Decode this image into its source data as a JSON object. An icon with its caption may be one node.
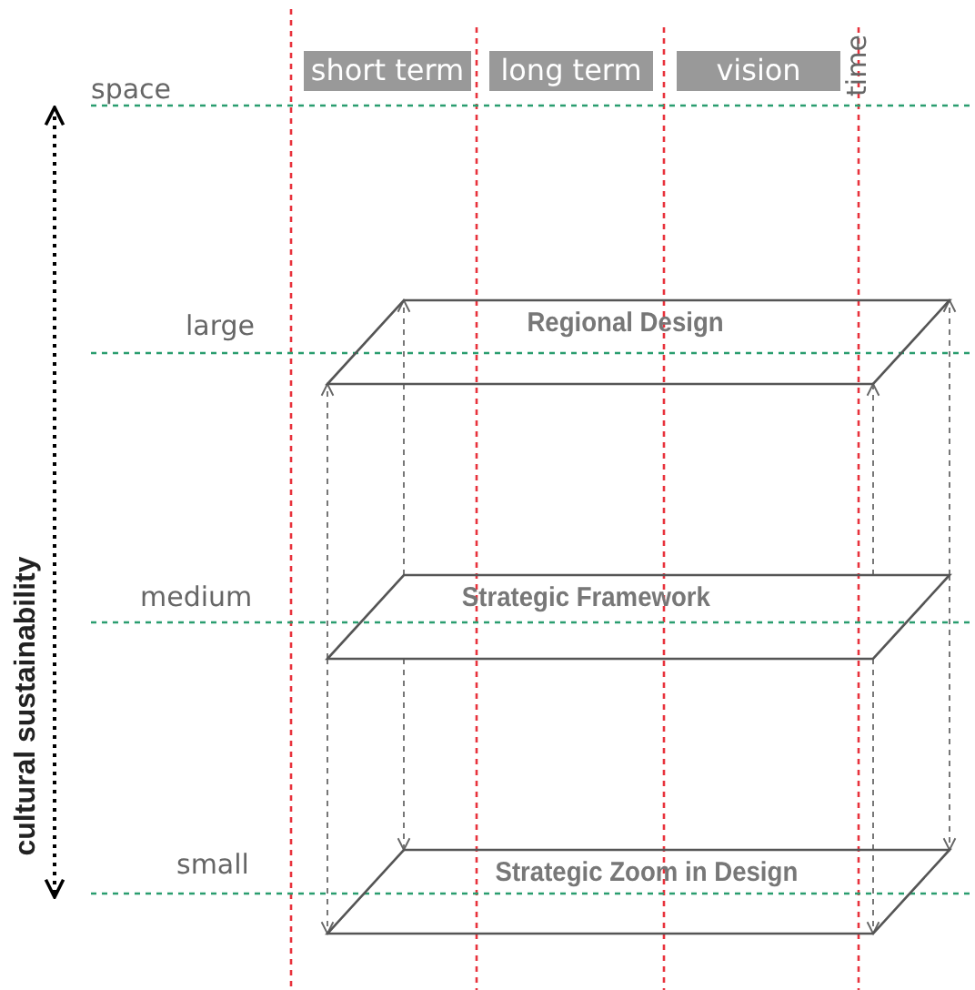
{
  "diagram": {
    "nodes": [
      {
        "text": [
          "short term"
        ]
      },
      {
        "text": [
          "long term"
        ]
      },
      {
        "text": [
          "vision"
        ]
      },
      {
        "text": [
          "Regional Design"
        ]
      },
      {
        "text": [
          "Strategic Framework"
        ]
      },
      {
        "text": [
          "Strategic Zoom in Design"
        ]
      }
    ],
    "edges": [
      {
        "from": 4,
        "to": 3,
        "arrow": "to",
        "style": "dashed"
      },
      {
        "from": 4,
        "to": 5,
        "arrow": "to",
        "style": "dashed"
      },
      {
        "from": 4,
        "to": 3,
        "arrow": "to",
        "style": "dashed"
      },
      {
        "from": 4,
        "to": 5,
        "arrow": "to",
        "style": "dashed"
      },
      {
        "from": 4,
        "to": 3,
        "arrow": "to",
        "style": "dashed"
      },
      {
        "from": 4,
        "to": 5,
        "arrow": "to",
        "style": "dashed"
      },
      {
        "from": 4,
        "to": 3,
        "arrow": "to",
        "style": "dashed"
      },
      {
        "from": 4,
        "to": 5,
        "arrow": "to",
        "style": "dashed"
      }
    ],
    "labels": [
      "space",
      "time",
      "large",
      "medium",
      "small",
      "cultural sustainability"
    ]
  }
}
